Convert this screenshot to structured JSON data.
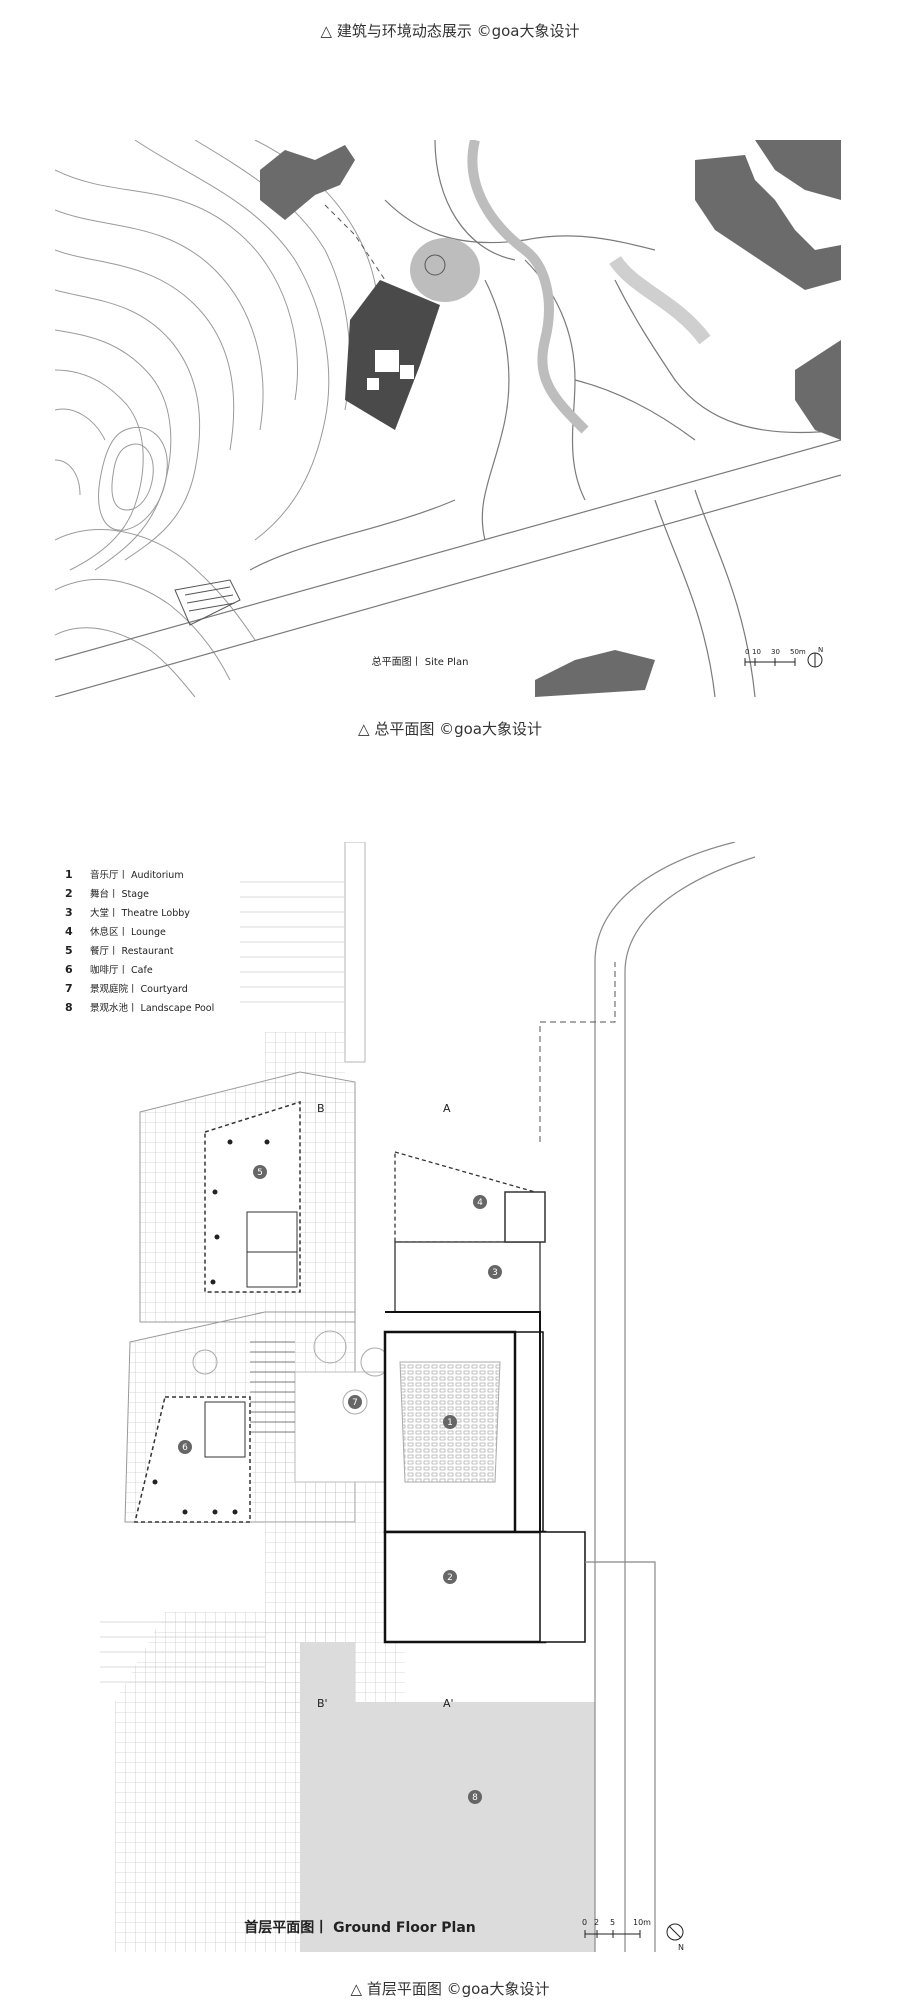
{
  "captions": {
    "dynamic": "△ 建筑与环境动态展示 ©goa大象设计",
    "site": "△ 总平面图 ©goa大象设计",
    "ground": "△ 首层平面图 ©goa大象设计"
  },
  "site_plan": {
    "title": "总平面图丨 Site Plan",
    "scale": [
      "0",
      "10",
      "30",
      "50m"
    ],
    "north": "N"
  },
  "ground_plan": {
    "title": "首层平面图丨 Ground Floor Plan",
    "scale": [
      "0",
      "2",
      "5",
      "10m"
    ],
    "north": "N",
    "sections": [
      "B",
      "A",
      "B'",
      "A'"
    ],
    "legend": [
      {
        "num": "1",
        "label": "音乐厅丨 Auditorium"
      },
      {
        "num": "2",
        "label": "舞台丨 Stage"
      },
      {
        "num": "3",
        "label": "大堂丨 Theatre Lobby"
      },
      {
        "num": "4",
        "label": "休息区丨 Lounge"
      },
      {
        "num": "5",
        "label": "餐厅丨 Restaurant"
      },
      {
        "num": "6",
        "label": "咖啡厅丨 Cafe"
      },
      {
        "num": "7",
        "label": "景观庭院丨 Courtyard"
      },
      {
        "num": "8",
        "label": "景观水池丨 Landscape Pool"
      }
    ]
  }
}
